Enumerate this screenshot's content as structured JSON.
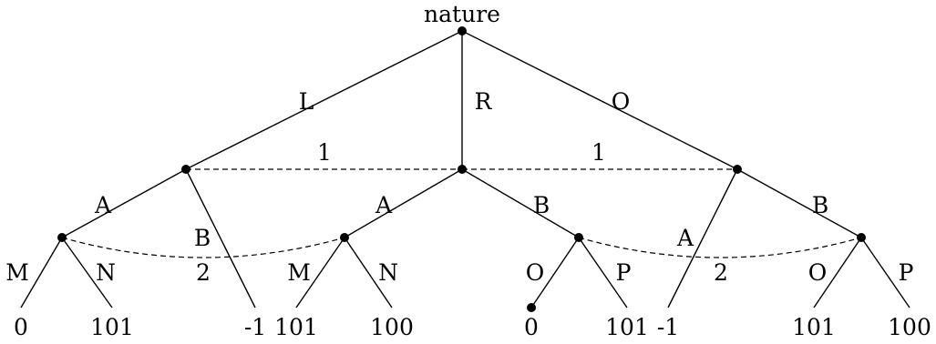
{
  "root_label": "nature",
  "nature_moves": {
    "left": "L",
    "middle": "R",
    "right": "O"
  },
  "info_set_labels": {
    "left": "1",
    "right": "1"
  },
  "player1_left": {
    "up": "A",
    "down": "B"
  },
  "player1_middle": {
    "left": "A",
    "right": "B"
  },
  "player1_right": {
    "left": "A",
    "right": "B"
  },
  "player2_labels": {
    "left": "2",
    "right": "2"
  },
  "terminal_moves": {
    "n1": {
      "left": "M",
      "right": "N"
    },
    "n2": {
      "left": "M",
      "right": "N"
    },
    "n3": {
      "left": "O",
      "right": "P"
    },
    "n4": {
      "left": "O",
      "right": "P"
    }
  },
  "payoffs": {
    "n1_left": "0",
    "n1_right": "101",
    "left_b": "-1",
    "n2_left": "101",
    "n2_right": "100",
    "n3_left": "0",
    "n3_right": "101",
    "right_a": "-1",
    "n4_left": "101",
    "n4_right": "100"
  },
  "colors": {
    "line": "#000000",
    "background": "#ffffff"
  }
}
